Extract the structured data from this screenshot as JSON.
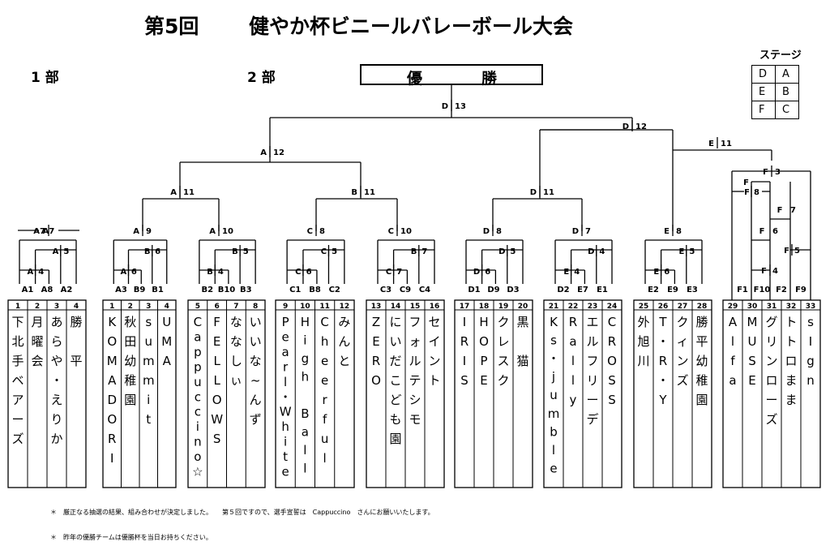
{
  "title_round": "第5回",
  "title_main": "健やか杯ビニールバレーボール大会",
  "division1": "1 部",
  "division2": "2 部",
  "champion_left": "優",
  "champion_right": "勝",
  "stage": {
    "label": "ステージ",
    "rows": [
      [
        "D",
        "A"
      ],
      [
        "E",
        "B"
      ],
      [
        "F",
        "C"
      ]
    ]
  },
  "matches": [
    {
      "court": "D",
      "no": "13"
    },
    {
      "court": "D",
      "no": "12"
    },
    {
      "court": "A",
      "no": "12"
    },
    {
      "court": "E",
      "no": "11"
    },
    {
      "court": "F",
      "no": "3"
    },
    {
      "court": "A",
      "no": "11"
    },
    {
      "court": "B",
      "no": "11"
    },
    {
      "court": "D",
      "no": "11"
    },
    {
      "court": "A7",
      "no": ""
    },
    {
      "court": "A",
      "no": "9"
    },
    {
      "court": "A",
      "no": "10"
    },
    {
      "court": "C",
      "no": "8"
    },
    {
      "court": "C",
      "no": "10"
    },
    {
      "court": "D",
      "no": "8"
    },
    {
      "court": "D",
      "no": "7"
    },
    {
      "court": "E",
      "no": "8"
    },
    {
      "court": "A",
      "no": "5"
    },
    {
      "court": "B",
      "no": "6"
    },
    {
      "court": "C",
      "no": "5"
    },
    {
      "court": "C",
      "no": "6"
    },
    {
      "court": "C",
      "no": "7"
    },
    {
      "court": "D",
      "no": "6"
    },
    {
      "court": "E",
      "no": "4"
    },
    {
      "court": "E",
      "no": "6"
    },
    {
      "court": "F",
      "no": "8"
    },
    {
      "court": "F",
      "no": "7"
    },
    {
      "court": "F",
      "no": "6"
    },
    {
      "court": "F",
      "no": "5"
    },
    {
      "court": "A",
      "no": "4"
    },
    {
      "court": "A",
      "no": "6"
    },
    {
      "court": "B",
      "no": "5"
    },
    {
      "court": "B",
      "no": "4"
    },
    {
      "court": "B",
      "no": "7"
    },
    {
      "court": "D",
      "no": "5"
    },
    {
      "court": "D",
      "no": "4"
    },
    {
      "court": "E",
      "no": "5"
    },
    {
      "court": "F",
      "no": "4"
    }
  ],
  "groups": [
    {
      "seeds": [
        "A1",
        "A8",
        "A2"
      ],
      "teams": [
        {
          "num": "1",
          "name": "下北手ベアーズ"
        },
        {
          "num": "2",
          "name": "月曜会"
        },
        {
          "num": "3",
          "name": "あらや・えりか"
        },
        {
          "num": "4",
          "name": "勝　平"
        }
      ]
    },
    {
      "seeds": [
        "A3",
        "B9",
        "B1"
      ],
      "teams": [
        {
          "num": "1",
          "name": "KOMADORI"
        },
        {
          "num": "2",
          "name": "秋田幼稚園"
        },
        {
          "num": "3",
          "name": "summit"
        },
        {
          "num": "4",
          "name": "UMA"
        }
      ]
    },
    {
      "seeds": [
        "B2",
        "B10",
        "B3"
      ],
      "teams": [
        {
          "num": "5",
          "name": "Cappuccino☆"
        },
        {
          "num": "6",
          "name": "FELLOWS"
        },
        {
          "num": "7",
          "name": "ななしぃ"
        },
        {
          "num": "8",
          "name": "いいな~んず"
        }
      ]
    },
    {
      "seeds": [
        "C1",
        "B8",
        "C2"
      ],
      "teams": [
        {
          "num": "9",
          "name": "Pearl・White"
        },
        {
          "num": "10",
          "name": "High Ball"
        },
        {
          "num": "11",
          "name": "Cheerful"
        },
        {
          "num": "12",
          "name": "みんと"
        }
      ]
    },
    {
      "seeds": [
        "C3",
        "C9",
        "C4"
      ],
      "teams": [
        {
          "num": "13",
          "name": "ZERO"
        },
        {
          "num": "14",
          "name": "にいだこども園"
        },
        {
          "num": "15",
          "name": "フォルテシモ"
        },
        {
          "num": "16",
          "name": "セイント"
        }
      ]
    },
    {
      "seeds": [
        "D1",
        "D9",
        "D3"
      ],
      "teams": [
        {
          "num": "17",
          "name": "IRIS"
        },
        {
          "num": "18",
          "name": "HOPE"
        },
        {
          "num": "19",
          "name": "クレスク"
        },
        {
          "num": "20",
          "name": "黒　猫"
        }
      ]
    },
    {
      "seeds": [
        "D2",
        "E7",
        "E1"
      ],
      "teams": [
        {
          "num": "21",
          "name": "Ks・jumble"
        },
        {
          "num": "22",
          "name": "Rally"
        },
        {
          "num": "23",
          "name": "エルフリーデ"
        },
        {
          "num": "24",
          "name": "CROSS"
        }
      ]
    },
    {
      "seeds": [
        "E2",
        "E9",
        "E3"
      ],
      "teams": [
        {
          "num": "25",
          "name": "外旭川"
        },
        {
          "num": "26",
          "name": "T・R・Y"
        },
        {
          "num": "27",
          "name": "クィンズ"
        },
        {
          "num": "28",
          "name": "勝平幼稚園"
        }
      ]
    },
    {
      "seeds": [
        "F1",
        "F10",
        "F2",
        "F9"
      ],
      "teams": [
        {
          "num": "29",
          "name": "Alfa"
        },
        {
          "num": "30",
          "name": "MUSE"
        },
        {
          "num": "31",
          "name": "グリンローズ"
        },
        {
          "num": "32",
          "name": "トトロまま"
        },
        {
          "num": "33",
          "name": "sIgn"
        }
      ]
    }
  ],
  "notes": [
    "＊　厳正なる抽選の結果、組み合わせが決定しました。　　第５回ですので、選手宣誓は　Cappuccino　さんにお願いいたします。",
    "＊　昨年の優勝チームは優勝杯を当日お持ちください。"
  ]
}
